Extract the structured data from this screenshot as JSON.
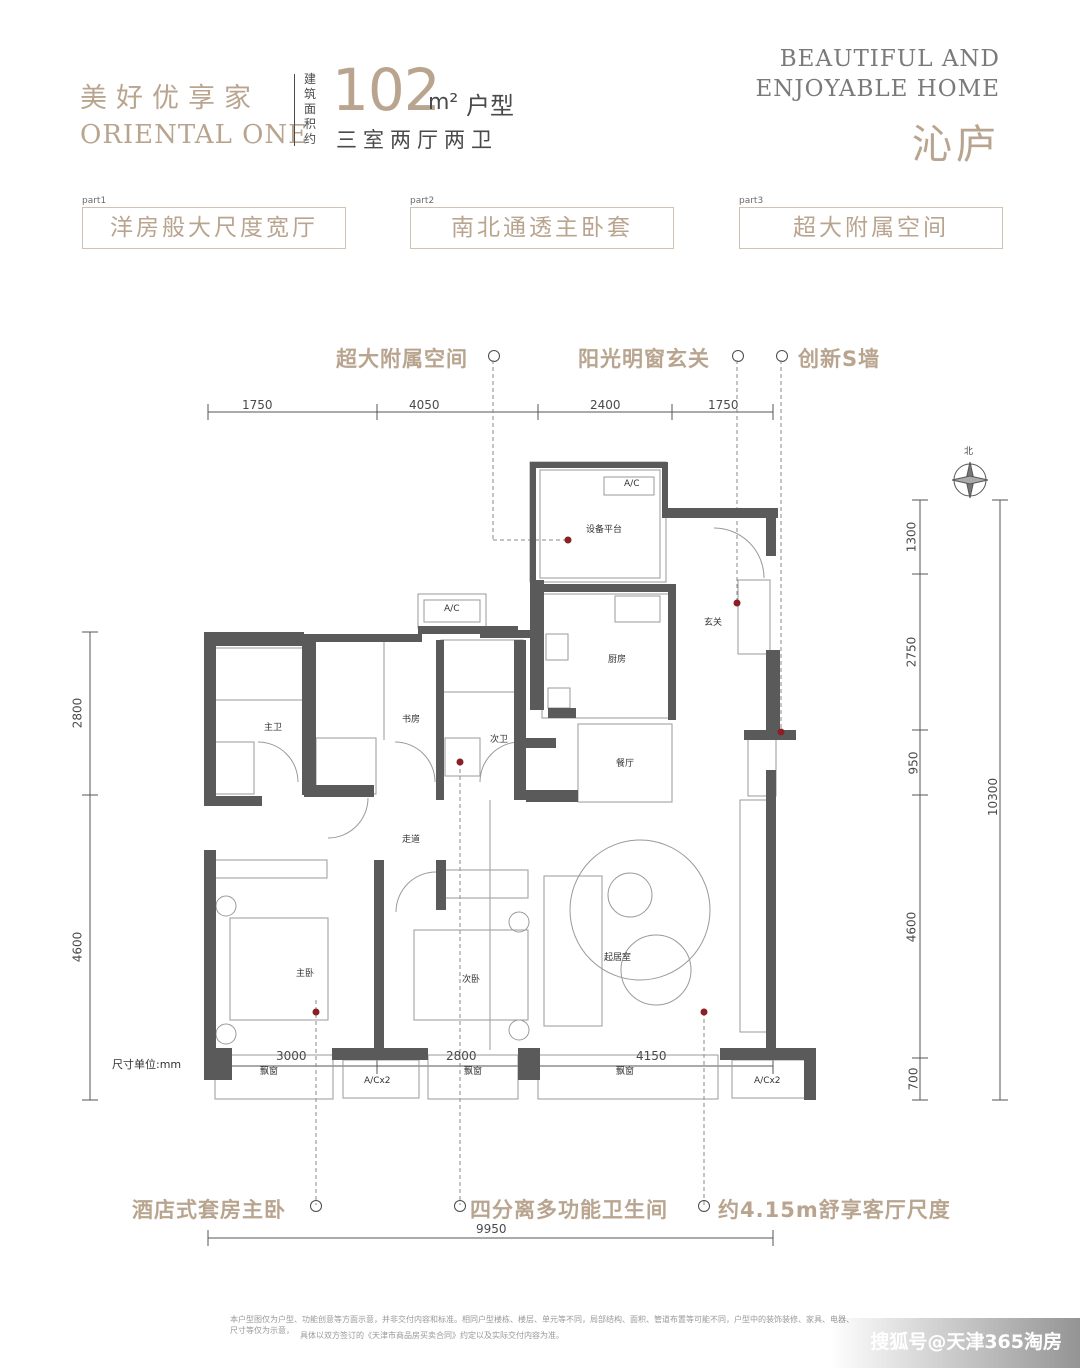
{
  "header": {
    "slogan_cn": "美好优享家",
    "slogan_en": "ORIENTAL ONE",
    "area_label_vertical": "建筑面积约",
    "area_value": "102",
    "area_unit": "m²",
    "type_suffix": "户型",
    "rooms": "三室两厅两卫",
    "tagline_en_line1": "BEAUTIFUL AND",
    "tagline_en_line2": "ENJOYABLE HOME",
    "plan_name": "沁庐"
  },
  "parts": [
    {
      "tag": "part1",
      "label": "洋房般大尺度宽厅"
    },
    {
      "tag": "part2",
      "label": "南北通透主卧套"
    },
    {
      "tag": "part3",
      "label": "超大附属空间"
    }
  ],
  "callouts_top": [
    "超大附属空间",
    "阳光明窗玄关",
    "创新S墙"
  ],
  "callouts_bottom": [
    "酒店式套房主卧",
    "四分离多功能卫生间",
    "约4.15m舒享客厅尺度"
  ],
  "dimensions": {
    "top": [
      "1750",
      "4050",
      "2400",
      "1750"
    ],
    "bottom": [
      "3000",
      "2800",
      "4150"
    ],
    "total_bottom": "9950",
    "left": [
      "2800",
      "4600"
    ],
    "right": [
      "1300",
      "2750",
      "950",
      "4600",
      "700"
    ],
    "right_total": "10300",
    "unit_label": "尺寸单位:mm"
  },
  "rooms": {
    "equipment": "设备平台",
    "entry": "玄关",
    "kitchen": "厨房",
    "study": "书房",
    "master_bath": "主卫",
    "second_bath": "次卫",
    "dining": "餐厅",
    "corridor": "走道",
    "master_bed": "主卧",
    "second_bed": "次卧",
    "living": "起居室",
    "bay1": "飘窗",
    "bay2": "飘窗",
    "bay3": "飘窗",
    "ac_top": "A/C",
    "ac_study": "A/C",
    "ac_b1": "A/Cx2",
    "ac_b2": "A/Cx2"
  },
  "compass_label": "北",
  "footnote_line1": "本户型图仅为户型、功能创意等方面示意，并非交付内容和标准。相同户型楼栋、楼层、单元等不同，局部结构、面积、管道布置等可能不同，户型中的装饰装修、家具、电器、尺寸等仅为示意，",
  "footnote_line2": "具体以双方签订的《天津市商品房买卖合同》约定以及实际交付内容为准。",
  "watermark": "搜狐号@天津365淘房",
  "colors": {
    "accent": "#b9a58f",
    "wall": "#5a5a5a",
    "marker": "#8a1f24"
  }
}
